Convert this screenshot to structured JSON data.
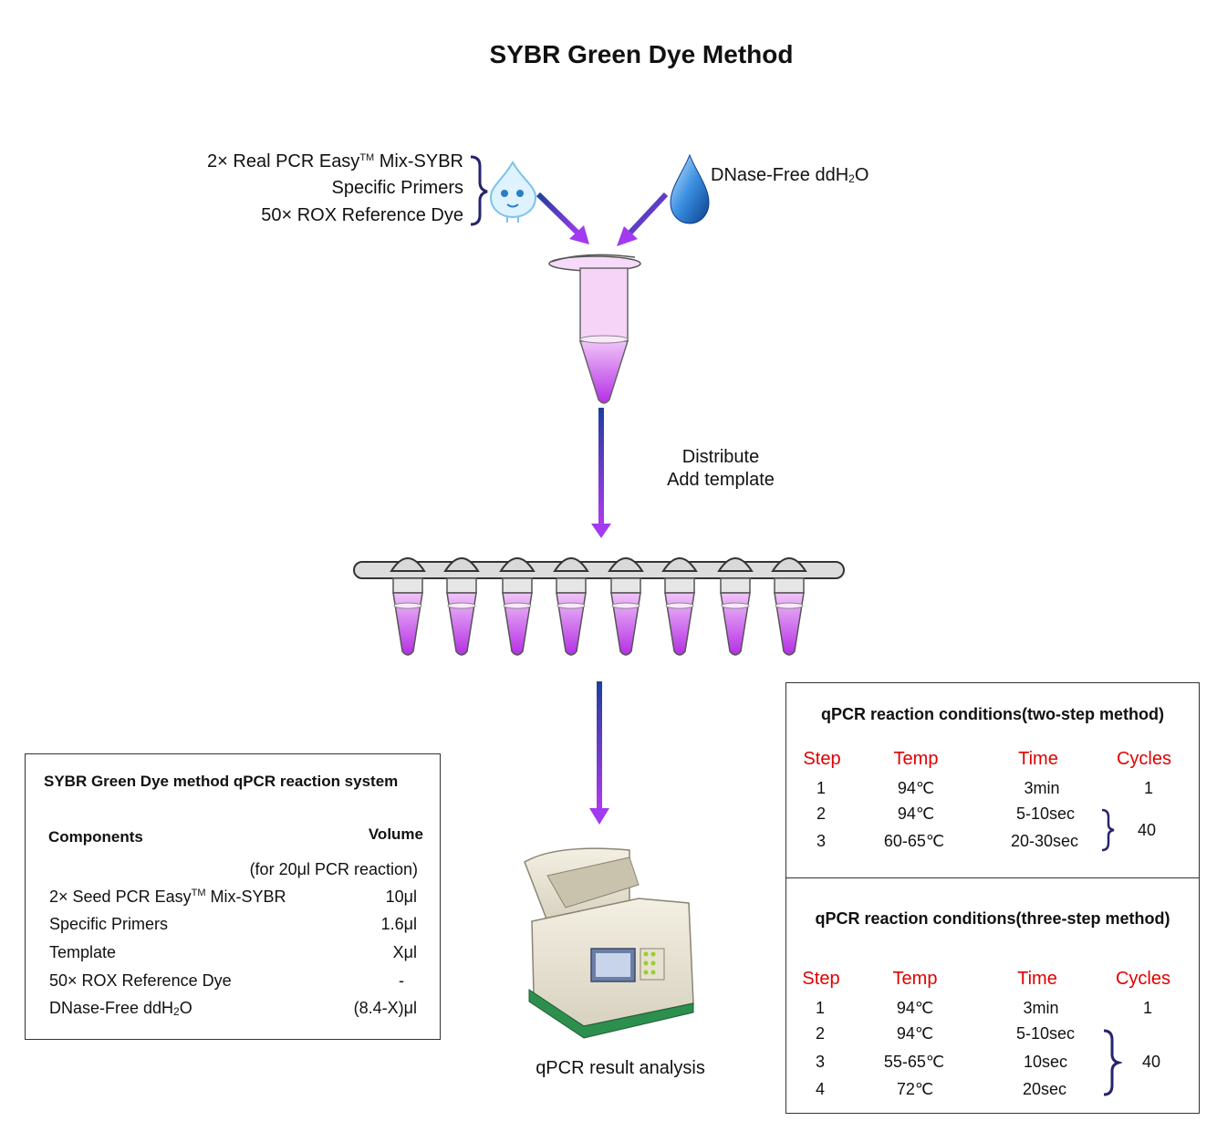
{
  "title": "SYBR Green Dye Method",
  "reagents": {
    "mix_label": "2× Real PCR Easy",
    "mix_tm": "TM",
    "mix_suffix": " Mix-SYBR",
    "primers_label": "Specific Primers",
    "rox_label": "50× ROX Reference Dye",
    "water_prefix": "DNase-Free ddH",
    "water_sub": "2",
    "water_suffix": "O"
  },
  "step_label_1": "Distribute",
  "step_label_2": "Add template",
  "result_label": "qPCR result analysis",
  "colors": {
    "purple": "#9b30ff",
    "navy": "#1e2f8c",
    "red": "#e00000",
    "tube_pink": "#f5c8f8",
    "liquid": "#c040e8"
  },
  "reaction_system": {
    "title": "SYBR Green Dye method qPCR reaction system",
    "col_components": "Components",
    "col_volume": "Volume",
    "volume_note": "(for 20μl PCR reaction)",
    "rows": [
      {
        "component": "2× Seed  PCR Easy",
        "tm": "TM",
        "component_suffix": " Mix-SYBR",
        "volume": "10μl"
      },
      {
        "component": "Specific Primers",
        "volume": "1.6μl"
      },
      {
        "component": "Template",
        "volume": "Xμl"
      },
      {
        "component": "50× ROX Reference Dye",
        "volume": "-"
      },
      {
        "component": "DNase-Free ddH",
        "sub": "2",
        "component_suffix": "O",
        "volume": "(8.4-X)μl"
      }
    ]
  },
  "two_step": {
    "title": "qPCR reaction conditions(two-step method)",
    "headers": [
      "Step",
      "Temp",
      "Time",
      "Cycles"
    ],
    "rows": [
      {
        "step": "1",
        "temp": "94℃",
        "time": "3min",
        "cycles": "1"
      },
      {
        "step": "2",
        "temp": "94℃",
        "time": "5-10sec"
      },
      {
        "step": "3",
        "temp": "60-65℃",
        "time": "20-30sec"
      }
    ],
    "grouped_cycles": "40"
  },
  "three_step": {
    "title": "qPCR reaction conditions(three-step method)",
    "headers": [
      "Step",
      "Temp",
      "Time",
      "Cycles"
    ],
    "rows": [
      {
        "step": "1",
        "temp": "94℃",
        "time": "3min",
        "cycles": "1"
      },
      {
        "step": "2",
        "temp": "94℃",
        "time": "5-10sec"
      },
      {
        "step": "3",
        "temp": "55-65℃",
        "time": "10sec"
      },
      {
        "step": "4",
        "temp": "72℃",
        "time": "20sec"
      }
    ],
    "grouped_cycles": "40"
  }
}
